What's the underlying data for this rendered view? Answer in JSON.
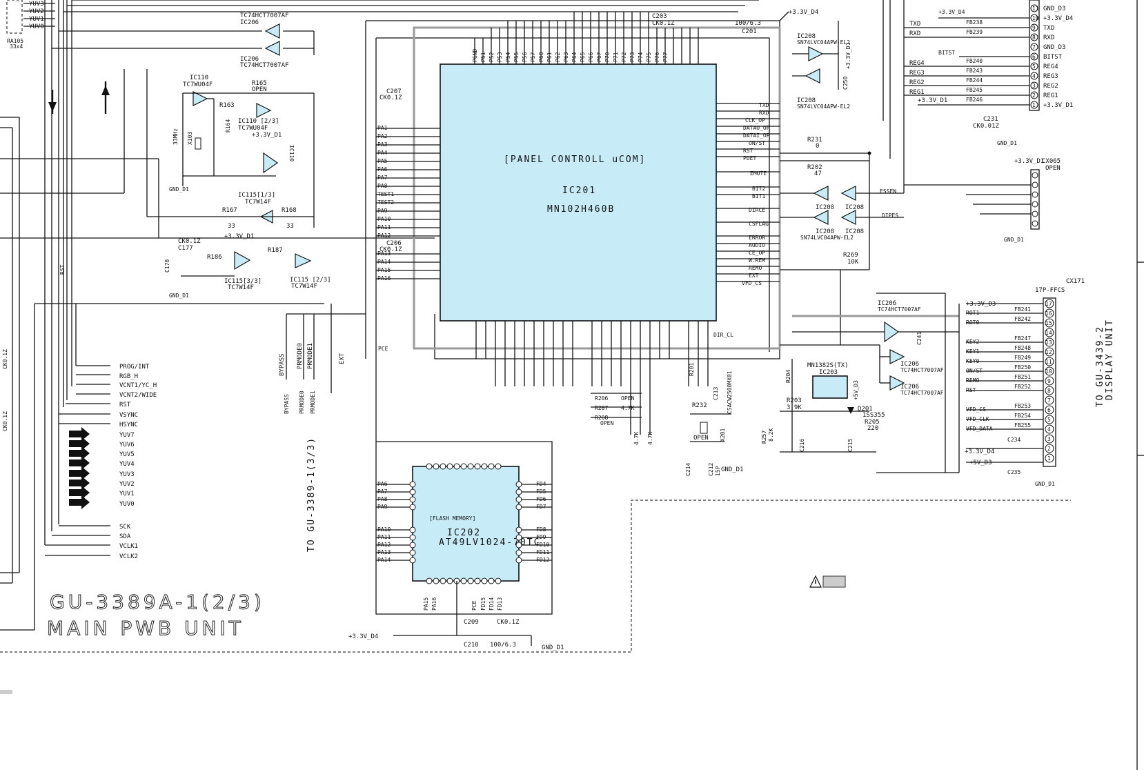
{
  "title": {
    "line1": "GU-3389A-1(2/3)",
    "line2": "MAIN PWB UNIT"
  },
  "ic201": {
    "header": "[PANEL CONTROLL uCOM]",
    "ref": "IC201",
    "part": "MN102H460B",
    "left_pins": [
      "PA1",
      "PA2",
      "PA3",
      "PA4",
      "PA5",
      "PA6",
      "PA7",
      "PA8",
      "TEST1",
      "TEST2",
      "PA9",
      "PA10",
      "PA11",
      "PA12",
      "PA13",
      "PA14",
      "PA15",
      "PA16"
    ],
    "right_pins": [
      "TXD",
      "RXD",
      "CLK_OP",
      "DATAO_OP",
      "DATAI_OP",
      "ON/ST",
      "RST",
      "PDET",
      "EMUTE",
      "BIT2",
      "BIT1",
      "DIRCE",
      "CSFLAG",
      "ERROR",
      "AUDIO",
      "CE_OP",
      "W.REM",
      "REMO",
      "EXT",
      "VFD_CS"
    ],
    "top_pins": [
      "PGND",
      "P51",
      "P52",
      "P53",
      "P54",
      "P55",
      "P56",
      "P57",
      "P60",
      "P61",
      "P62",
      "P63",
      "P64",
      "P65",
      "P66",
      "P67",
      "P70",
      "P71",
      "P72",
      "P73",
      "P74",
      "P75",
      "P76",
      "P77"
    ]
  },
  "ic202": {
    "header": "[FLASH MEMORY]",
    "ref": "IC202",
    "part": "AT49LV1024-70TC",
    "left_pins": [
      "PA6",
      "PA7",
      "PA8",
      "PA9",
      "PA10",
      "PA11",
      "PA12",
      "PA13",
      "PA14"
    ],
    "right_pins": [
      "FD4",
      "FD5",
      "FD6",
      "FD7",
      "FD8",
      "FD9",
      "FD10",
      "FD11",
      "FD12"
    ],
    "bottom_labels": [
      "PA15",
      "PA16",
      "PCE",
      "FD15",
      "FD14",
      "FD13"
    ]
  },
  "left_outputs": [
    "PROG/INT",
    "RGB_H",
    "VCNT1/YC_H",
    "VCNT2/WIDE",
    "RST",
    "VSYNC",
    "HSYNC",
    "YUV7",
    "YUV6",
    "YUV5",
    "YUV4",
    "YUV3",
    "YUV2",
    "YUV1",
    "YUV0",
    "SCK",
    "SDA",
    "VCLK1",
    "VCLK2"
  ],
  "top_left_labels": [
    "YUV3",
    "YUV2",
    "YUV1",
    "YUV0"
  ],
  "vertical_labels": {
    "bypass": "BYPASS",
    "prmode0": "PRMODE0",
    "prmode1": "PRMODE1",
    "ext": "EXT",
    "to_gu_3389": "TO GU-3389-1(3/3)",
    "to_gu_3439": "TO GU-3439-2",
    "display_unit": "DISPLAY UNIT",
    "rst": "RST",
    "cko1": "CK0.1Z",
    "cko2": "CK0.1Z"
  },
  "connector_cx171": {
    "ref": "CX171",
    "type": "17P-FFCS",
    "signals": [
      "+3.3V_D3",
      "ROT1",
      "ROT0",
      "",
      "KEY2",
      "KEY1",
      "KEY0",
      "ON/ST",
      "REMO",
      "RST",
      "",
      "VFD_CS",
      "VFD_CLK",
      "VFD_DATA",
      "",
      "+3.3V_D4",
      "+5V_D3"
    ],
    "ferrites": [
      "FB241",
      "FB242",
      "FB247",
      "FB248",
      "FB249",
      "FB250",
      "FB251",
      "FB252",
      "FB253",
      "FB254",
      "FB255"
    ],
    "pins": [
      "17",
      "16",
      "15",
      "14",
      "13",
      "12",
      "11",
      "10",
      "9",
      "8",
      "7",
      "6",
      "5",
      "4",
      "3",
      "2",
      "1"
    ]
  },
  "top_right_connector": {
    "signals": [
      "GND_D3",
      "+3.3V_D4",
      "TXD",
      "RXD",
      "GND_D3",
      "BITST",
      "REG4",
      "REG3",
      "REG2",
      "REG1",
      "+3.3V_D1"
    ],
    "left_signals": [
      "TXD",
      "RXD",
      "BITST",
      "REG4",
      "REG3",
      "REG2",
      "REG1"
    ],
    "ferrites": [
      "FB238",
      "FB239",
      "FB240",
      "FB243",
      "FB244",
      "FB245",
      "FB246"
    ],
    "pins": [
      "11",
      "10",
      "9",
      "8",
      "7",
      "6",
      "5",
      "4",
      "3",
      "2",
      "1"
    ]
  },
  "cx065": {
    "ref": "CX065",
    "note": "OPEN",
    "supply": "+3.3V_D1",
    "ground": "GND_D1"
  },
  "components": {
    "ic206_top": "TC74HCT7007AF",
    "ic206_ref": "IC206",
    "ic110": "IC110",
    "ic110_part": "TC7WU04F",
    "r165": "R165",
    "open": "OPEN",
    "r163": "R163",
    "ic110_2": "IC110 [2/3]",
    "x103": "X103",
    "mhz": "33MHz",
    "r164": "R164",
    "ic115_1": "IC115[1/3]",
    "tc7w14f": "TC7W14F",
    "r167": "R167",
    "r168": "R168",
    "v33": "33",
    "c178": "C178",
    "c177": "C177",
    "r186": "R186",
    "r187": "R187",
    "ic115_3": "IC115[3/3]",
    "ic115_2": "IC115 [2/3]",
    "supply_d1": "+3.3V_D1",
    "gnd_d1": "GND_D1",
    "supply_d4": "+3.3V_D4",
    "c207": "C207",
    "c206": "C206",
    "cko1z": "CK0.1Z",
    "c203": "C203",
    "v100": "100/6.3",
    "c201": "C201",
    "ic208": "IC208",
    "ic208_part": "SN74LVC04APW-EL2",
    "c250": "C250",
    "r231": "R231",
    "r202": "R202",
    "v47": "47",
    "zero": "0",
    "r269": "R269",
    "v10k": "10K",
    "ic206_b": "IC206",
    "ic206_part": "TC74HCT7007AF",
    "c241": "C241",
    "mn1382s": "MN1382S(TX)",
    "ic203": "IC203",
    "r204": "R204",
    "r203": "R203",
    "v39k": "3.9K",
    "d201": "D201",
    "d201_part": "1SS355",
    "r205": "R205",
    "v220": "220",
    "c215": "C215",
    "c216": "C216",
    "r257": "R257",
    "v82k": "8.2K",
    "c213": "C213",
    "r201": "R201",
    "r232": "R232",
    "x201": "X201",
    "x201_part": "CSACW2500MX01",
    "c214": "C214",
    "c212": "C212",
    "v15p": "15P",
    "r206": "R206",
    "r207": "R207",
    "r208": "R208",
    "v47k": "4.7K",
    "c209": "C209",
    "c210": "C210",
    "gnd_d3": "GND_D3",
    "supply_d3": "+3.3V_D3",
    "supply_5v": "+5V_D3",
    "c234": "C234",
    "c235": "C235",
    "c231": "C231",
    "cko01z": "CK0.01Z",
    "dir_cl": "DIR_CL",
    "essen": "ESSEN",
    "dipes": "DIPES",
    "pce": "PCE",
    "test1": "TEST1",
    "test2": "TEST2",
    "ra105": "RA105",
    "v33k4": "33x4"
  }
}
